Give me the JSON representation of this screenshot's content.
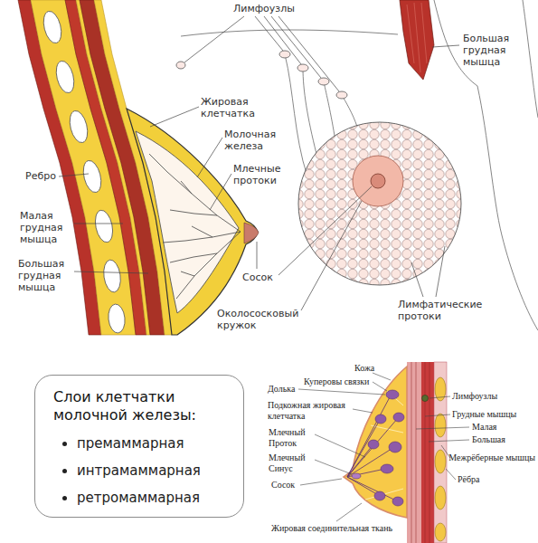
{
  "diagram": {
    "nodes": [
      {
        "text": [
          "Слои клетчатки молочной железы:",
          "премаммарная",
          "интрамаммарная",
          "ретромаммарная"
        ]
      }
    ],
    "labels": [
      "Лимфоузлы",
      "Большая грудная мышца",
      "Жировая клетчатка",
      "Молочная железа",
      "Млечные протоки",
      "Ребро",
      "Малая грудная мышца",
      "Большая грудная мышца",
      "Сосок",
      "Лимфатические протоки",
      "Околососковый кружок",
      "Кожа",
      "Куперовы связки",
      "Долька",
      "Лимфоузлы",
      "Подкожная жировая клетчатка",
      "Грудные мышцы",
      "Малая",
      "Большая",
      "Млечный Проток",
      "Межрёберные мышцы",
      "Млечный Синус",
      "Рёбра",
      "Сосок",
      "Жировая соединительная ткань"
    ]
  }
}
